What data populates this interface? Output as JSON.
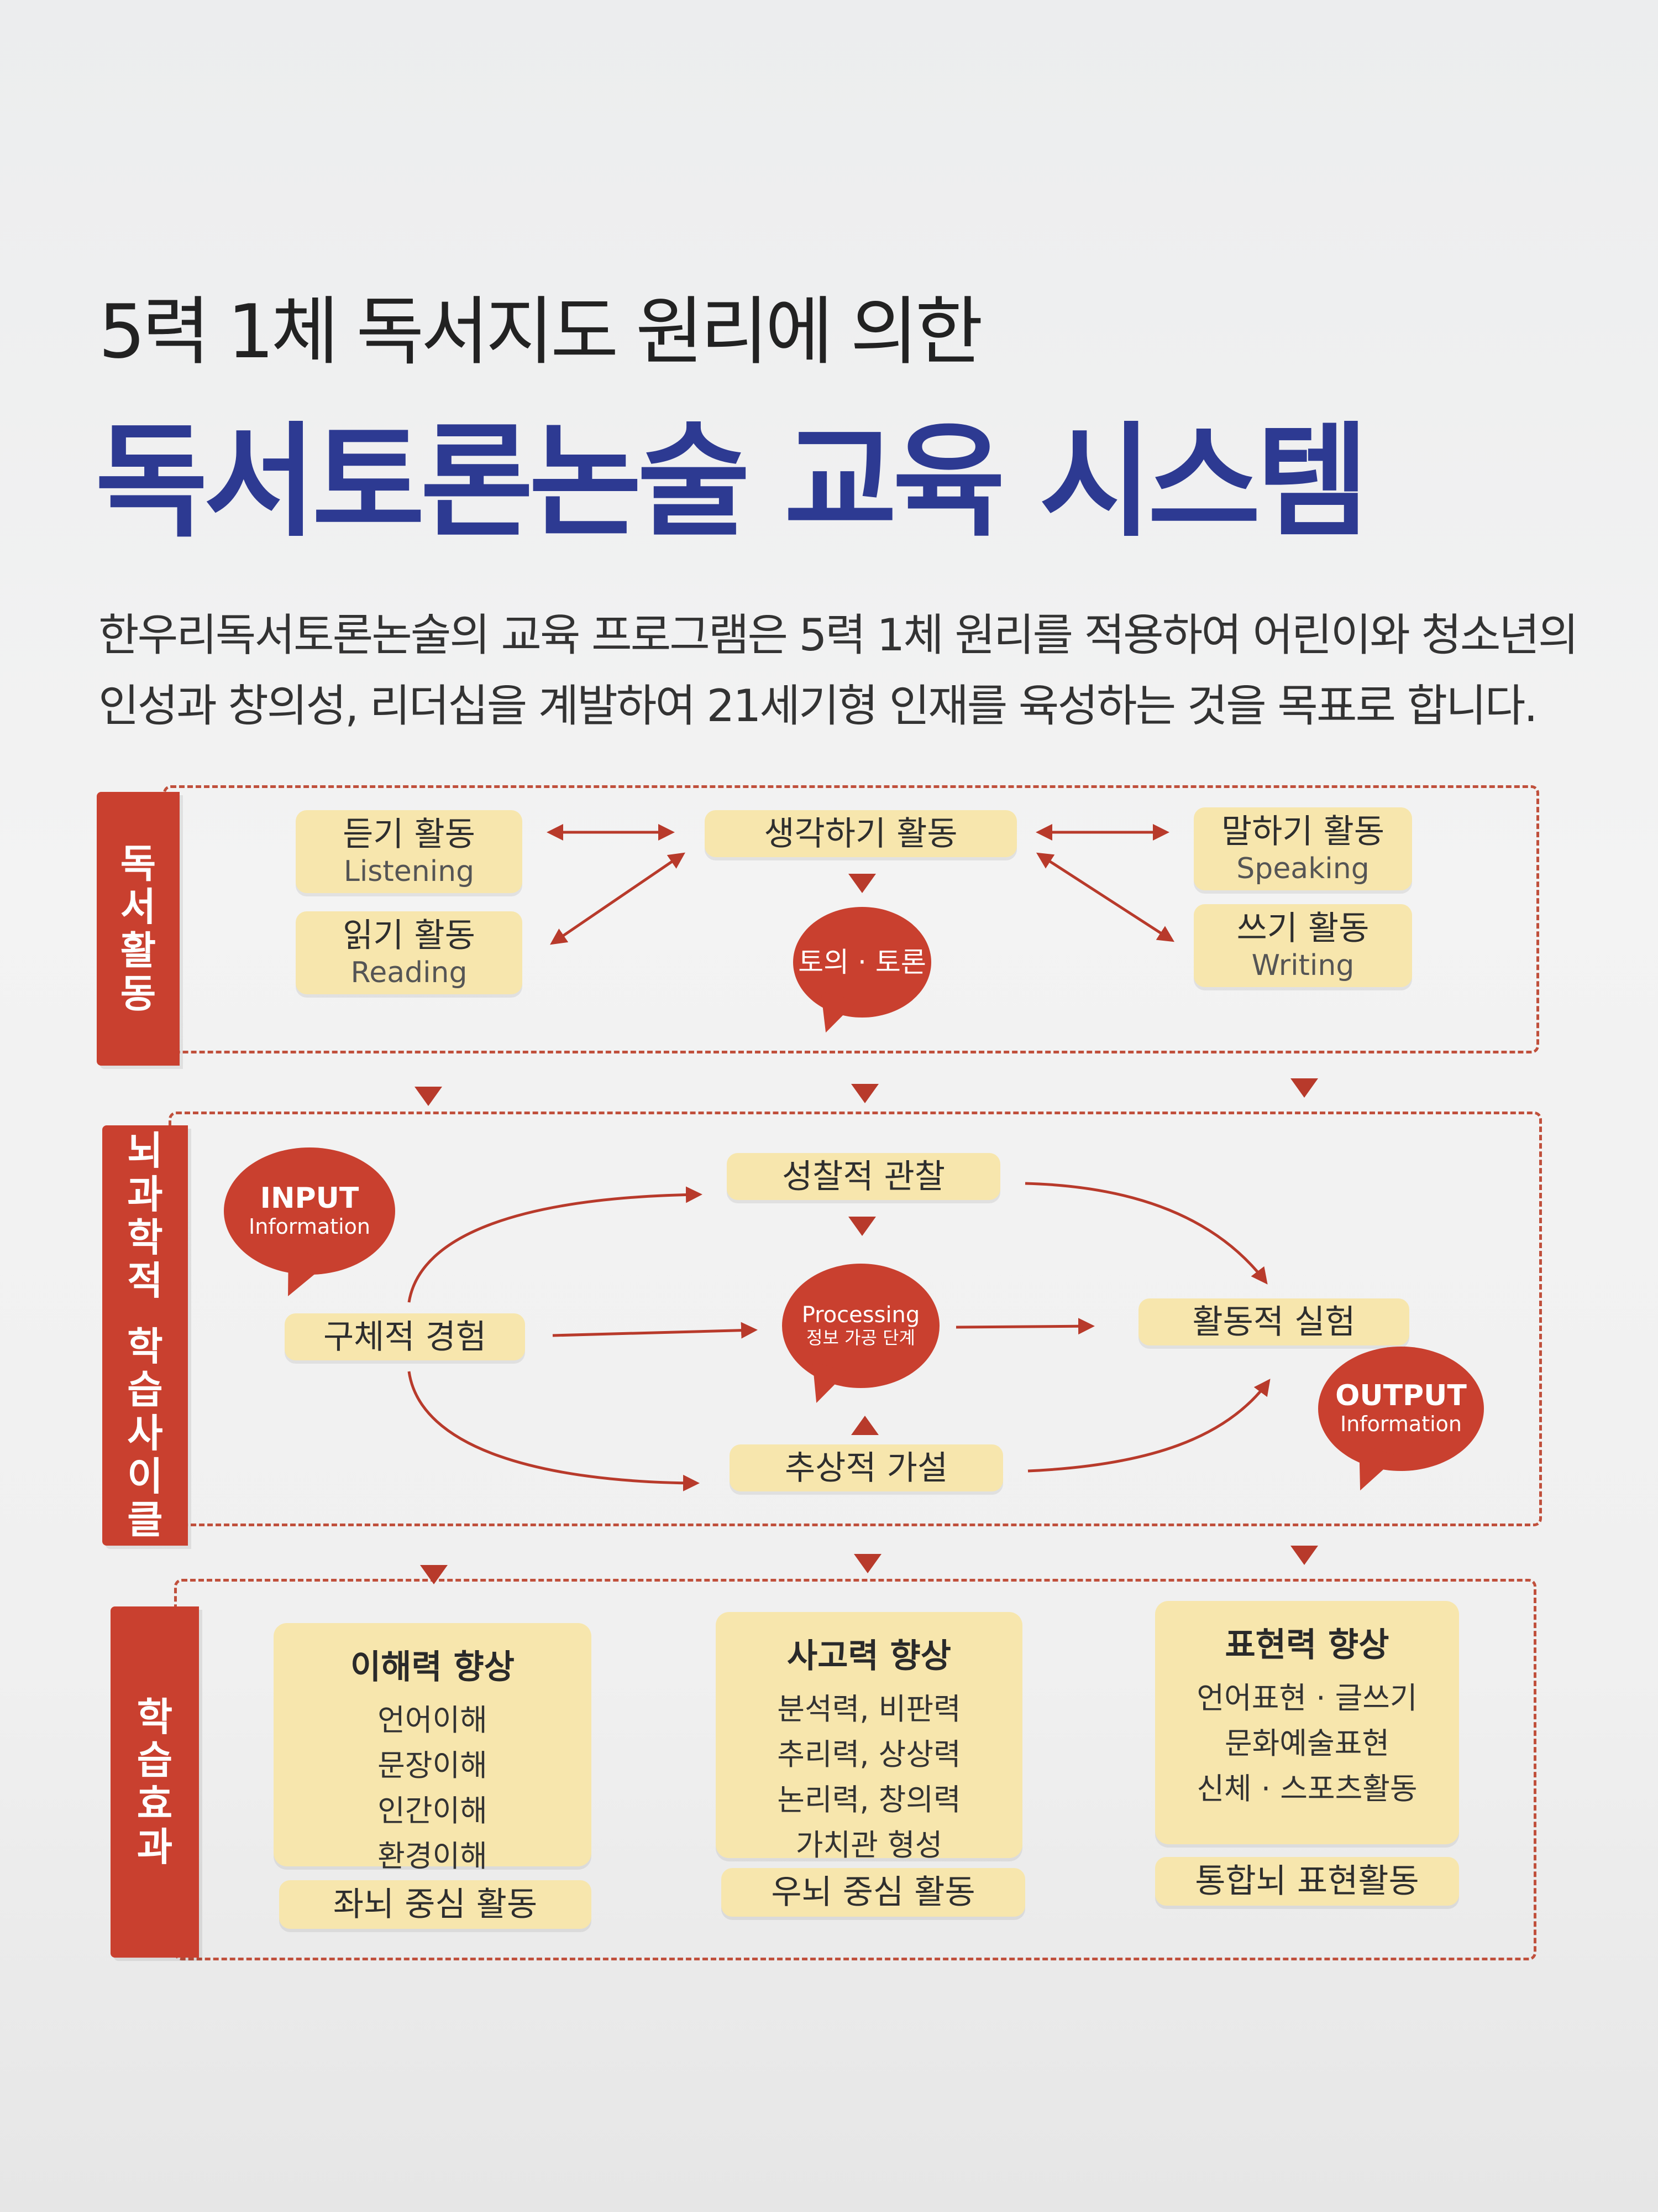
{
  "header": {
    "subtitle": "5력 1체 독서지도 원리에 의한",
    "title": "독서토론논술 교육 시스템",
    "intro_line1": "한우리독서토론논술의 교육 프로그램은 5력 1체 원리를 적용하여 어린이와 청소년의",
    "intro_line2": "인성과 창의성, 리더십을 계발하여 21세기형 인재를 육성하는 것을 목표로 합니다."
  },
  "section1": {
    "tab": [
      "독",
      "서",
      "활",
      "동"
    ],
    "listening": {
      "ko": "듣기 활동",
      "en": "Listening"
    },
    "reading": {
      "ko": "읽기 활동",
      "en": "Reading"
    },
    "thinking": {
      "ko": "생각하기 활동"
    },
    "discussion": "토의 · 토론",
    "speaking": {
      "ko": "말하기 활동",
      "en": "Speaking"
    },
    "writing": {
      "ko": "쓰기 활동",
      "en": "Writing"
    }
  },
  "section2": {
    "tab": [
      "뇌",
      "과",
      "학",
      "적",
      "",
      "학",
      "습",
      "사",
      "이",
      "클"
    ],
    "input": {
      "title": "INPUT",
      "sub": "Information"
    },
    "reflective": "성찰적 관찰",
    "concrete": "구체적 경험",
    "processing": {
      "title": "Processing",
      "sub": "정보 가공 단계"
    },
    "active": "활동적 실험",
    "abstract": "추상적 가설",
    "output": {
      "title": "OUTPUT",
      "sub": "Information"
    }
  },
  "section3": {
    "tab": [
      "학",
      "습",
      "효",
      "과"
    ],
    "col1": {
      "head": "이해력 향상",
      "lines": [
        "언어이해",
        "문장이해",
        "인간이해",
        "환경이해"
      ],
      "foot": "좌뇌 중심 활동"
    },
    "col2": {
      "head": "사고력 향상",
      "lines": [
        "분석력, 비판력",
        "추리력, 상상력",
        "논리력, 창의력",
        "가치관 형성"
      ],
      "foot": "우뇌 중심 활동"
    },
    "col3": {
      "head": "표현력 향상",
      "lines": [
        "언어표현 · 글쓰기",
        "문화예술표현",
        "신체 · 스포츠활동"
      ],
      "foot": "통합뇌 표현활동"
    }
  },
  "colors": {
    "red": "#c9402f",
    "navy": "#2d3a92",
    "yellow": "#f7e6ad"
  }
}
